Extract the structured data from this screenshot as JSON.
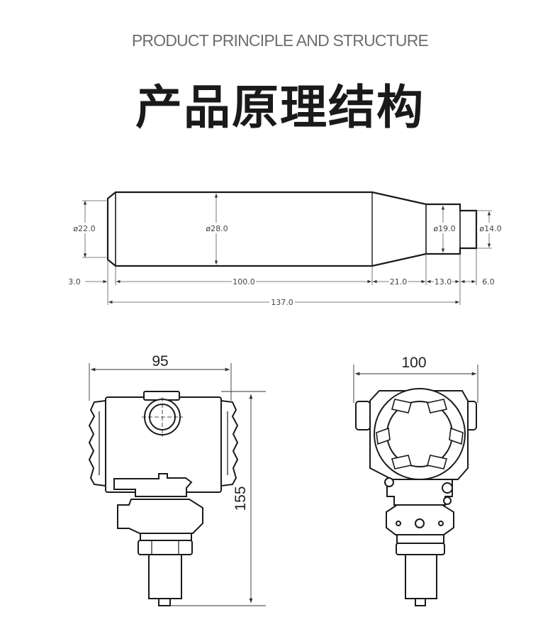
{
  "header": {
    "subtitle": "PRODUCT PRINCIPLE AND STRUCTURE",
    "title": "产品原理结构"
  },
  "side_view": {
    "diameters": [
      "ø22.0",
      "ø28.0",
      "ø19.0",
      "ø14.0"
    ],
    "lengths": [
      "3.0",
      "100.0",
      "21.0",
      "13.0",
      "6.0"
    ],
    "total_length": "137.0"
  },
  "front_view": {
    "width": "95",
    "height": "155"
  },
  "end_view": {
    "width": "100"
  },
  "colors": {
    "line": "#1a1a1a",
    "dimension": "#555555"
  }
}
